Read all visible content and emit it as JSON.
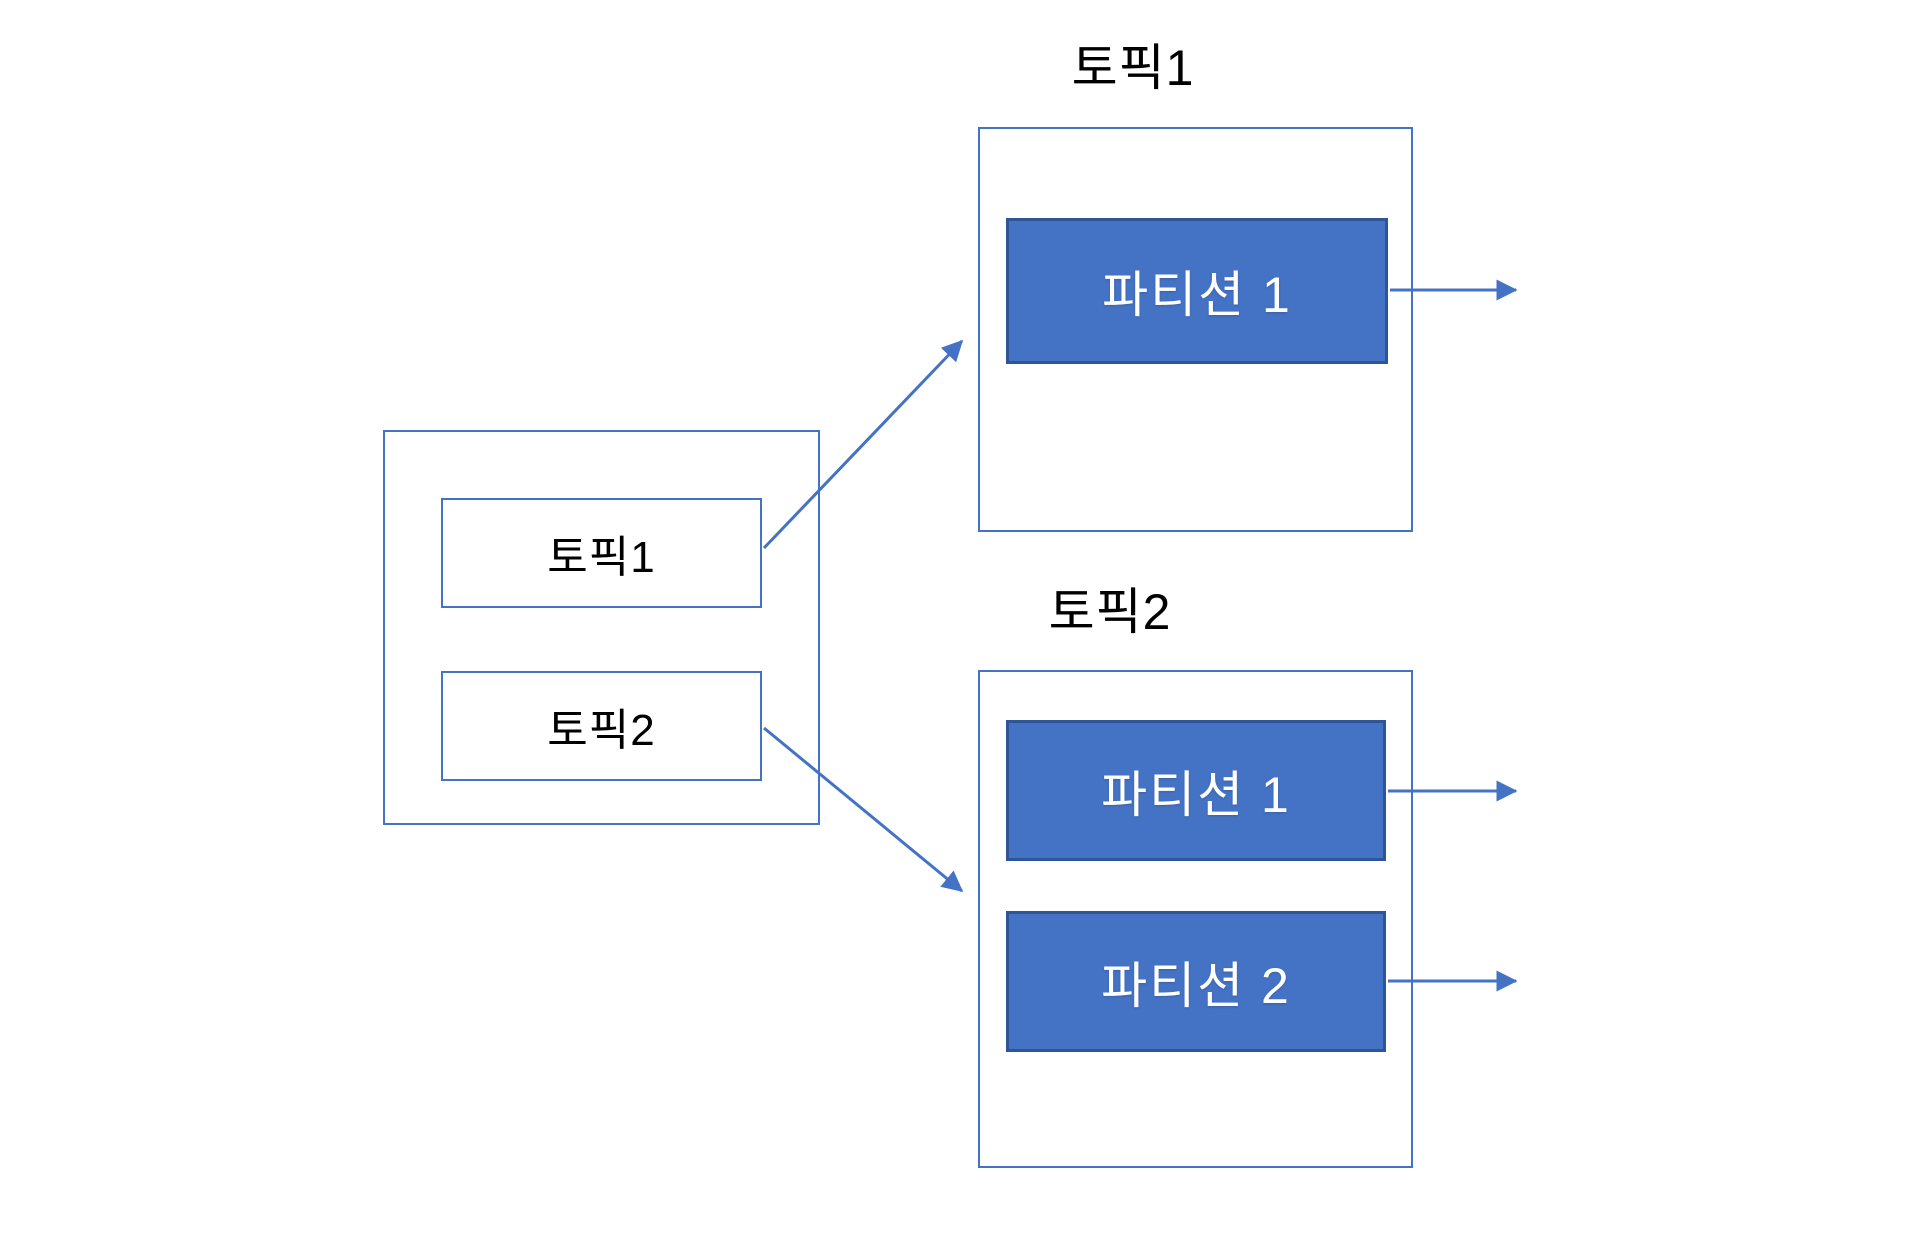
{
  "diagram": {
    "description_labels": {
      "broker_topics": [
        {
          "label": "토픽1"
        },
        {
          "label": "토픽2"
        }
      ],
      "topic_groups": [
        {
          "title": "토픽1",
          "partitions": [
            {
              "label": "파티션 1"
            }
          ]
        },
        {
          "title": "토픽2",
          "partitions": [
            {
              "label": "파티션 1"
            },
            {
              "label": "파티션 2"
            }
          ]
        }
      ]
    },
    "colors": {
      "outline": "#4472C4",
      "partition_fill": "#4472C4",
      "partition_border": "#2F5597",
      "text_dark": "#000000",
      "text_light": "#FFFFFF",
      "canvas_bg": "#FFFFFF"
    }
  }
}
